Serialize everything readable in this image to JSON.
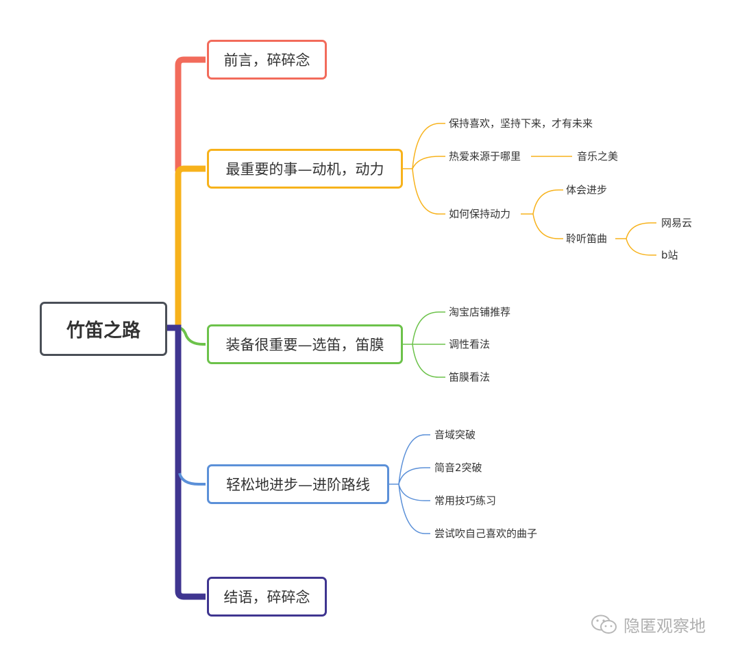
{
  "colors": {
    "root_border": "#4a4f57",
    "branch1": "#f26b5b",
    "branch2": "#f7b21b",
    "branch3": "#6cc24a",
    "branch4": "#5b90d8",
    "branch5": "#3f3590"
  },
  "mindmap": {
    "root": "竹笛之路",
    "branches": [
      {
        "label": "前言，碎碎念",
        "children": []
      },
      {
        "label": "最重要的事—动机，动力",
        "children": [
          {
            "label": "保持喜欢，坚持下来，才有未来"
          },
          {
            "label": "热爱来源于哪里",
            "children": [
              {
                "label": "音乐之美"
              }
            ]
          },
          {
            "label": "如何保持动力",
            "children": [
              {
                "label": "体会进步"
              },
              {
                "label": "聆听笛曲",
                "children": [
                  {
                    "label": "网易云"
                  },
                  {
                    "label": "b站"
                  }
                ]
              }
            ]
          }
        ]
      },
      {
        "label": "装备很重要—选笛，笛膜",
        "children": [
          {
            "label": "淘宝店铺推荐"
          },
          {
            "label": "调性看法"
          },
          {
            "label": "笛膜看法"
          }
        ]
      },
      {
        "label": "轻松地进步—进阶路线",
        "children": [
          {
            "label": "音域突破"
          },
          {
            "label": "简音2突破"
          },
          {
            "label": "常用技巧练习"
          },
          {
            "label": "尝试吹自己喜欢的曲子"
          }
        ]
      },
      {
        "label": "结语，碎碎念",
        "children": []
      }
    ]
  },
  "watermark": {
    "text": "隐匿观察地",
    "icon": "wechat-icon"
  }
}
